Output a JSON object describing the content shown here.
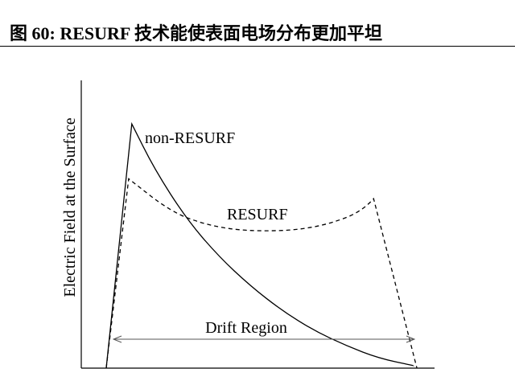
{
  "caption": "图 60: RESURF 技术能使表面电场分布更加平坦",
  "chart_data": {
    "type": "line",
    "title": "",
    "xlabel": "",
    "ylabel": "Electric Field at the Surface",
    "xlim": [
      0,
      100
    ],
    "ylim": [
      0,
      100
    ],
    "annotation": "Drift Region",
    "series": [
      {
        "name": "non-RESURF",
        "style": "solid",
        "x": [
          0,
          8,
          15,
          25,
          35,
          45,
          55,
          65,
          75,
          85,
          96
        ],
        "y": [
          0,
          98,
          80,
          60,
          45,
          33,
          23,
          15,
          9,
          4,
          1
        ]
      },
      {
        "name": "RESURF",
        "style": "dashed",
        "x": [
          0,
          7,
          20,
          30,
          40,
          50,
          60,
          70,
          80,
          87,
          97
        ],
        "y": [
          0,
          76,
          63,
          58,
          55.5,
          55,
          55.5,
          58,
          63,
          73,
          0
        ]
      }
    ]
  }
}
